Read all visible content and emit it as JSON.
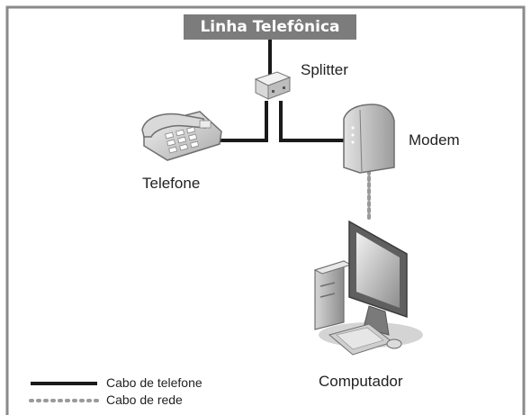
{
  "title": "Linha Telefônica",
  "devices": {
    "splitter": "Splitter",
    "modem": "Modem",
    "telefone": "Telefone",
    "computador": "Computador"
  },
  "legend": {
    "phone_cable": "Cabo de telefone",
    "network_cable": "Cabo de rede"
  },
  "colors": {
    "frame": "#8a8a8a",
    "title_bg": "#7c7c7c",
    "phone_cable": "#1a1a1a",
    "network_cable": "#9a9a9a"
  }
}
